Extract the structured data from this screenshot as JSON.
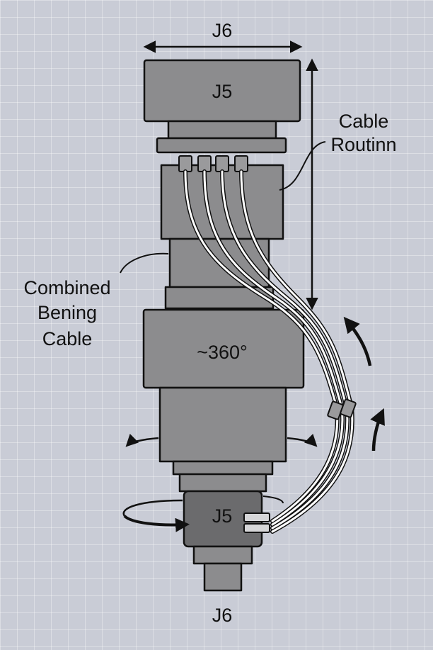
{
  "labels": {
    "top_dimension": "J6",
    "top_block": "J5",
    "cable_routing": [
      "Cable",
      "Routinn"
    ],
    "combined_cable": [
      "Combined",
      "Bening",
      "Cable"
    ],
    "rotation_block": "~360°",
    "lower_block": "J5",
    "bottom_label": "J6"
  },
  "colors": {
    "background": "#c9ccd6",
    "body_fill": "#8c8c8e",
    "dark_fill": "#6b6b6d",
    "outline": "#111111",
    "cable": "#ffffff"
  }
}
